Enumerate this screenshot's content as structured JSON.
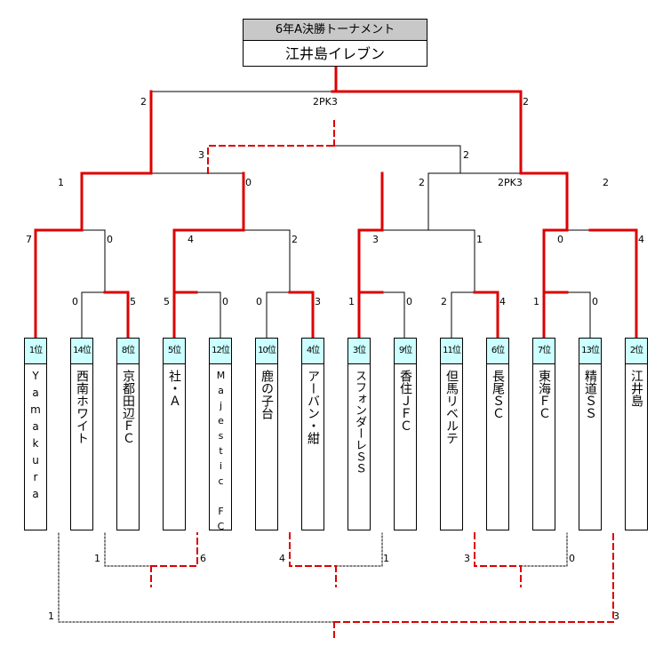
{
  "title": "6年A決勝トーナメント",
  "champion": "江井島イレブン",
  "colors": {
    "win": "#dd0000",
    "normal": "#000000",
    "seed_bg": "#ccffff",
    "title_bg": "#c8c8c8"
  },
  "teams": [
    {
      "seed": "1位",
      "name": "Yamakura"
    },
    {
      "seed": "14位",
      "name": "西南ホワイト"
    },
    {
      "seed": "8位",
      "name": "京都田辺ＦＣ"
    },
    {
      "seed": "5位",
      "name": "社・Ａ"
    },
    {
      "seed": "12位",
      "name": "Majestic FC"
    },
    {
      "seed": "10位",
      "name": "鹿の子台"
    },
    {
      "seed": "4位",
      "name": "アーバン・紺"
    },
    {
      "seed": "3位",
      "name": "スフォンダーレＳＳ"
    },
    {
      "seed": "9位",
      "name": "香住ＪＦＣ"
    },
    {
      "seed": "11位",
      "name": "但馬リベルテ"
    },
    {
      "seed": "6位",
      "name": "長尾ＳＣ"
    },
    {
      "seed": "7位",
      "name": "東海ＦＣ"
    },
    {
      "seed": "13位",
      "name": "精道ＳＳ"
    },
    {
      "seed": "2位",
      "name": "江井島"
    }
  ],
  "scores": {
    "r1": [
      "0",
      "5",
      "5",
      "0",
      "0",
      "3",
      "1",
      "0",
      "2",
      "4",
      "1",
      "0"
    ],
    "r2": [
      "7",
      "0",
      "4",
      "2",
      "3",
      "1",
      "0",
      "4"
    ],
    "qf": [
      "1",
      "0",
      "2",
      "2"
    ],
    "qf_pk": "2PK3",
    "final": [
      "2",
      "2"
    ],
    "final_pk": "2PK3",
    "third": [
      "3",
      "2"
    ],
    "plc_a": [
      "1",
      "6"
    ],
    "plc_b": [
      "4",
      "1"
    ],
    "plc_c": [
      "3",
      "0"
    ],
    "plc_d": [
      "1",
      "3"
    ]
  }
}
